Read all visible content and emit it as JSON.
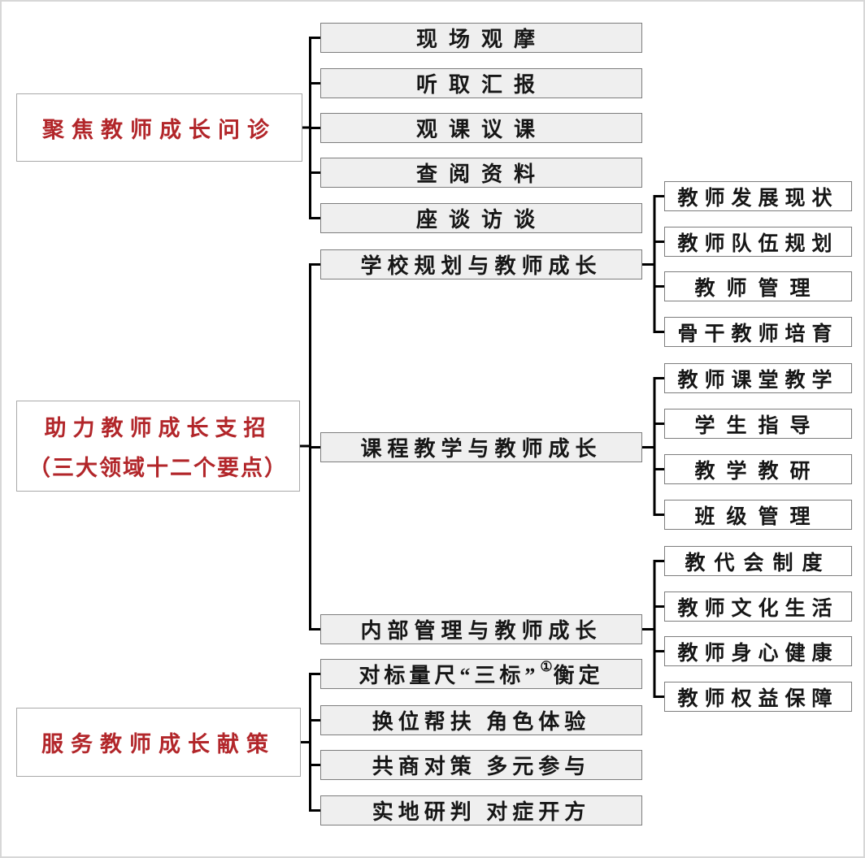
{
  "colors": {
    "accent_red": "#b2262a",
    "node_fill": "#efefef",
    "node_border": "#7d7d7d",
    "connector_line": "#000000",
    "page_border": "#d7d7d7"
  },
  "tree": {
    "groups": [
      {
        "parent": {
          "label": "聚焦教师成长问诊"
        },
        "children": [
          "现场观摩",
          "听取汇报",
          "观课议课",
          "查阅资料",
          "座谈访谈"
        ]
      },
      {
        "parent": {
          "label": "助力教师成长支招",
          "subtitle": "（三大领域十二个要点）"
        },
        "children": [
          {
            "label": "学校规划与教师成长",
            "children": [
              "教师发展现状",
              "教师队伍规划",
              "教师管理",
              "骨干教师培育"
            ]
          },
          {
            "label": "课程教学与教师成长",
            "children": [
              "教师课堂教学",
              "学生指导",
              "教学教研",
              "班级管理"
            ]
          },
          {
            "label": "内部管理与教师成长",
            "children": [
              "教代会制度",
              "教师文化生活",
              "教师身心健康",
              "教师权益保障"
            ]
          }
        ]
      },
      {
        "parent": {
          "label": "服务教师成长献策"
        },
        "children": [
          {
            "prefix": "对标量尺“三标”",
            "footnote": "①",
            "suffix": "衡定"
          },
          "换位帮扶 角色体验",
          "共商对策 多元参与",
          "实地研判 对症开方"
        ]
      }
    ]
  }
}
